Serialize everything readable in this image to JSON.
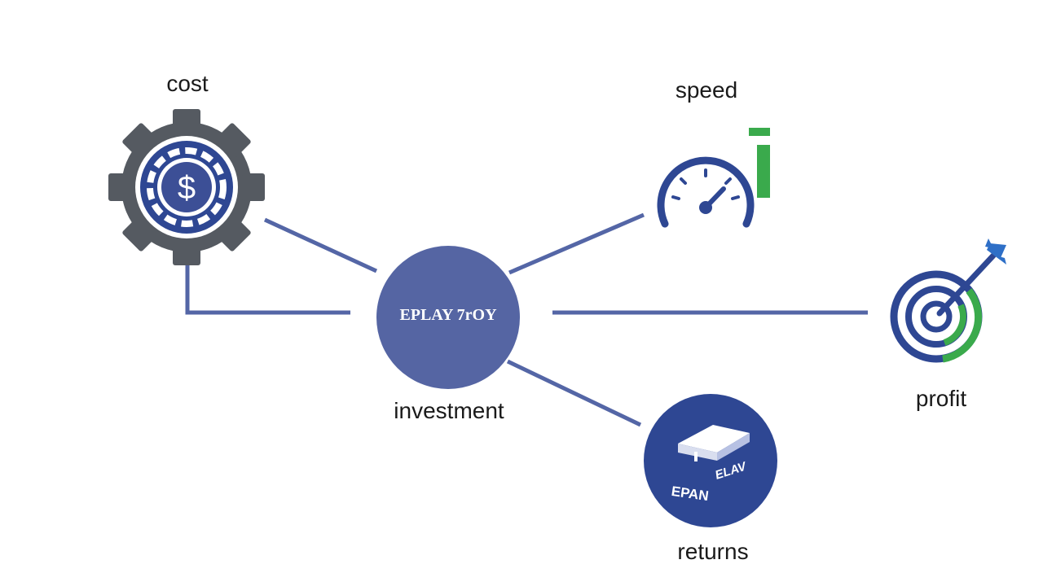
{
  "nodes": {
    "cost": {
      "label": "cost",
      "icon": "gear-dollar-icon"
    },
    "speed": {
      "label": "speed",
      "icon": "speedometer-icon"
    },
    "investment": {
      "label": "investment",
      "icon": "investment-circle-icon",
      "glyph_text": "EPLAY 7rOY"
    },
    "profit": {
      "label": "profit",
      "icon": "target-arrow-icon"
    },
    "returns": {
      "label": "returns",
      "icon": "returns-box-icon",
      "glyph_text_a": "ELAV",
      "glyph_text_b": "EPAN"
    }
  },
  "colors": {
    "line": "#5466a6",
    "hub": "#5565a3",
    "navy": "#2e4793",
    "gear": "#555a61",
    "green": "#3aaa4c",
    "text": "#1a1a1a"
  }
}
